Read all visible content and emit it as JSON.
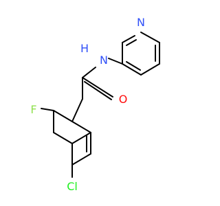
{
  "molecule": {
    "atoms": {
      "N_pyridine": "N",
      "N_amide": "N",
      "H_amide": "H",
      "O_carbonyl": "O",
      "F": "F",
      "Cl": "Cl"
    },
    "colors": {
      "N": "#3050f8",
      "O": "#ff0d0d",
      "F": "#90e050",
      "Cl": "#1ff01f",
      "bond": "#000000",
      "background": "#ffffff"
    }
  }
}
